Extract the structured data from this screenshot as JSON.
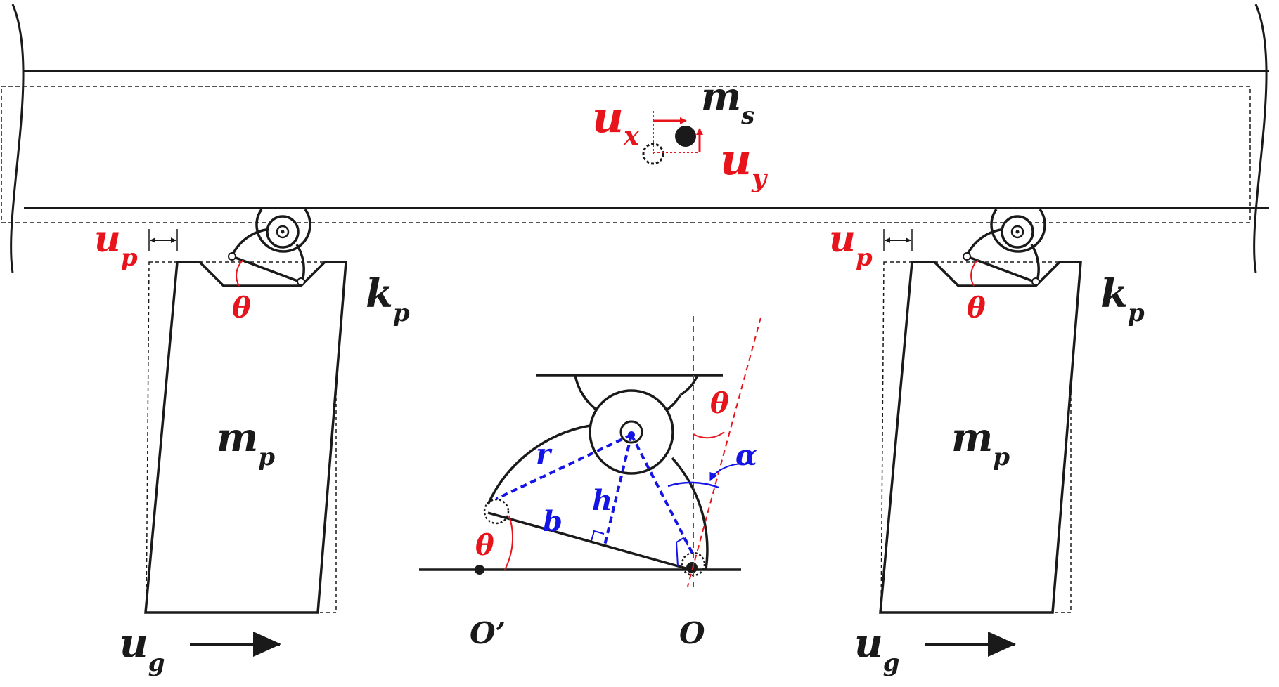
{
  "colors": {
    "ink": "#1a1a1a",
    "red": "#e8141c",
    "blue": "#1414e6"
  },
  "deck": {
    "mass_main": "m",
    "mass_sub": "s"
  },
  "deck_disp": {
    "ux_main": "u",
    "ux_sub": "x",
    "uy_main": "u",
    "uy_sub": "y"
  },
  "pier_left": {
    "up_main": "u",
    "up_sub": "p",
    "theta": "θ",
    "k_main": "k",
    "k_sub": "p",
    "m_main": "m",
    "m_sub": "p",
    "ug_main": "u",
    "ug_sub": "g"
  },
  "pier_right": {
    "up_main": "u",
    "up_sub": "p",
    "theta": "θ",
    "k_main": "k",
    "k_sub": "p",
    "m_main": "m",
    "m_sub": "p",
    "ug_main": "u",
    "ug_sub": "g"
  },
  "detail": {
    "theta_top": "θ",
    "theta_bottom": "θ",
    "alpha": "α",
    "r": "r",
    "h": "h",
    "b": "b",
    "o_prime": "O’",
    "o": "O"
  }
}
